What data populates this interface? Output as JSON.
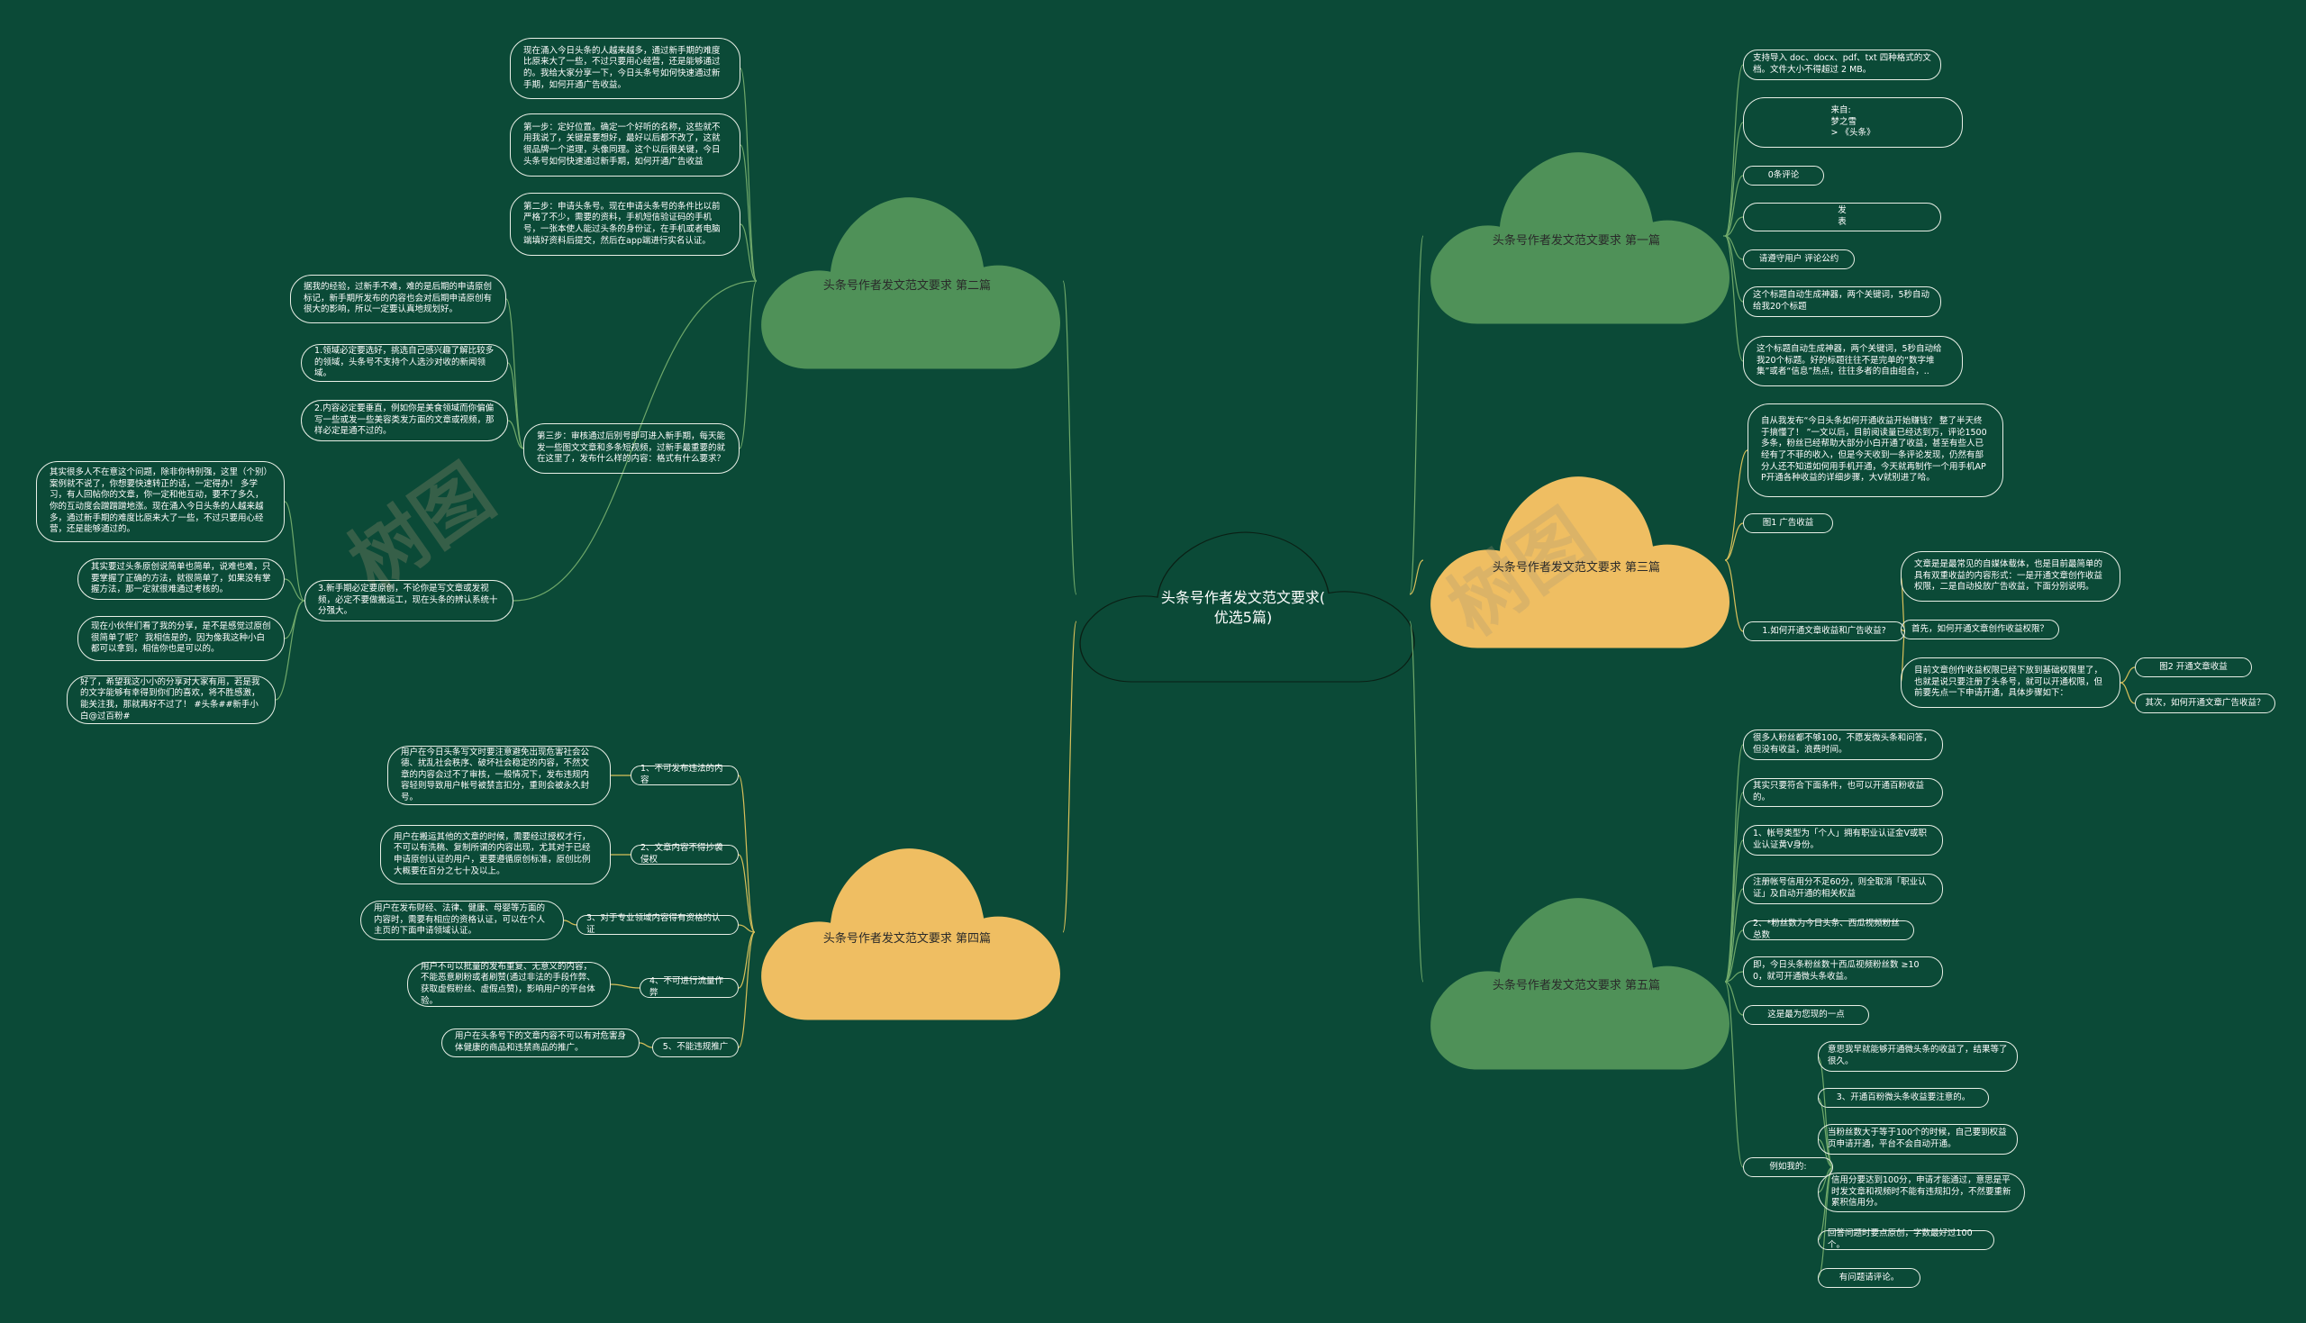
{
  "center": {
    "title": "头条号作者发文范文要求(\n优选5篇)"
  },
  "watermark": "树图",
  "branches": [
    {
      "title": "头条号作者发文范文要求 第一篇",
      "items": [
        "支持导入 doc、docx、pdf、txt 四种格式的文档。文件大小不得超过 2 MB。",
        "来自:\n梦之雪\n>                                《头条》",
        "0条评论",
        "发\n表",
        "请遵守用户 评论公约",
        "这个标题自动生成神器，两个关键词，5秒自动给我20个标题",
        "这个标题自动生成神器，两个关键词，5秒自动给我20个标题。好的标题往往不是完单的“数字堆集”或者“信息”热点，往往多者的自由组合，.."
      ]
    },
    {
      "title": "头条号作者发文范文要求 第二篇",
      "items": [
        "现在涌入今日头条的人越来越多，通过新手期的难度比原来大了一些，不过只要用心经营，还是能够通过的。我给大家分享一下，今日头条号如何快速通过新手期，如何开通广告收益。",
        "第一步：定好位置。确定一个好听的名称，这些就不用我说了，关键是要想好，最好以后都不改了，这就很品牌一个道理，头像同理。这个以后很关键，今日头条号如何快速通过新手期，如何开通广告收益",
        "第二步：申请头条号。现在申请头条号的条件比以前严格了不少，需要的资料，手机短信验证码的手机号，一张本使人能过头条的身份证，在手机或者电脑端填好资料后提交，然后在app端进行实名认证。",
        "第三步：审核通过后别号即可进入新手期，每天能发一些图文文章和多条短视频，过新手最重要的就在这里了，发布什么样的内容：格式有什么要求？",
        "3.新手期必定要原创，不论你是写文章或发视频，必定不要做搬运工，现在头条的辨认系统十分强大。"
      ],
      "sub_items": [
        "据我的经验，过新手不难，难的是后期的申请原创标记，新手期所发布的内容也会对后期申请原创有很大的影响，所以一定要认真地规划好。",
        "1.领域必定要选好，挑选自己感兴趣了解比较多的领域，头条号不支持个人选沙对收的新闻领域。",
        "2.内容必定要垂直，例如你是美食领域而你偏偏写一些或发一些美容类发方面的文章或视频，那样必定是通不过的。",
        "其实很多人不在意这个问题，除非你特别强，这里（个别）案例就不说了，你想要快速转正的话，一定得办！ 多学习，有人回帖你的文章，你一定和他互动，要不了多久，你的互动度会蹭蹭蹭地涨。现在涌入今日头条的人越来越多，通过新手期的难度比原来大了一些，不过只要用心经营，还是能够通过的。",
        "其实要过头条原创说简单也简单，说难也难，只要掌握了正确的方法，就很简单了，如果没有掌握方法，那一定就很难通过考核的。",
        "现在小伙伴们看了我的分享，是不是感觉过原创很简单了呢？ 我相信是的，因为像我这种小白都可以拿到，相信你也是可以的。",
        "好了，希望我这小小的分享对大家有用，若是我的文字能够有幸得到你们的喜欢，将不胜感激，能关注我，那就再好不过了！ #头条##新手小白@过百粉#"
      ]
    },
    {
      "title": "头条号作者发文范文要求 第三篇",
      "items": [
        "自从我发布“今日头条如何开通收益开始赚钱？ 整了半天终于搞懂了！ ”一文以后，目前阅读量已经达到万，评论1500多条，粉丝已经帮助大部分小白开通了收益，甚至有些人已经有了不菲的收入，但是今天收到一条评论发现，仍然有部分人还不知道如何用手机开通，今天就再制作一个用手机APP开通各种收益的详细步骤，大V就别进了哈。",
        "图1 广告收益",
        "1.如何开通文章收益和广告收益?"
      ],
      "sub_items": [
        "文章是是最常见的自媒体载体，也是目前最简单的具有双重收益的内容形式：一是开通文章创作收益权限，二是自动投放广告收益，下面分别说明。",
        "首先，如何开通文章创作收益权限？",
        "目前文章创作收益权限已经下放到基础权限里了，也就是说只要注册了头条号，就可以开通权限，但前要先点一下申请开通，具体步骤如下：",
        "图2 开通文章收益",
        "其次，如何开通文章广告收益？"
      ]
    },
    {
      "title": "头条号作者发文范文要求 第四篇",
      "items": [
        "1、不可发布违法的内容",
        "2、文章内容不得抄袭侵权",
        "3、对于专业领域内容得有资格的认证",
        "4、不可进行流量作弊",
        "5、不能违规推广"
      ],
      "sub_items": [
        "用户在今日头条写文时要注意避免出现危害社会公德、扰乱社会秩序、破坏社会稳定的内容，不然文章的内容会过不了审核，一般情况下，发布违规内容轻则导致用户帐号被禁言扣分，重则会被永久封号。",
        "用户在搬运其他的文章的时候，需要经过授权才行，不可以有洗稿、复制所谓的内容出现，尤其对于已经申请原创认证的用户，更要遵循原创标准，原创比例大概要在百分之七十及以上。",
        "用户在发布财经、法律、健康、母婴等方面的内容时，需要有相应的资格认证，可以在个人主页的下面申请领域认证。",
        "用户不可以批量的发布重复、无意义的内容，不能恶意刷粉或者刷赞(通过非法的手段作弊、获取虚假粉丝、虚假点赞)，影响用户的平台体验。",
        "用户在头条号下的文章内容不可以有对危害身体健康的商品和违禁商品的推广。"
      ]
    },
    {
      "title": "头条号作者发文范文要求 第五篇",
      "items": [
        "很多人粉丝都不够100，不愿发微头条和问答，但没有收益，浪费时间。",
        "其实只要符合下面条件，也可以开通百粉收益的。",
        "1、帐号类型为「个人」拥有职业认证金V或职业认证黄V身份。",
        "注册帐号信用分不足60分，则全取消「职业认证」及自动开通的相关权益",
        "2、*粉丝数为今日头条、西瓜视频粉丝总数",
        "即，今日头条粉丝数十西瓜视频粉丝数 ≥100，就可开通微头条收益。",
        "这是最为您现的一点",
        "例如我的:"
      ],
      "sub_items": [
        "意思我早就能够开通微头条的收益了，结果等了很久。",
        "3、开通百粉微头条收益要注意的。",
        "当粉丝数大于等于100个的时候，自己要到权益页申请开通，平台不会自动开通。",
        "信用分要达到100分，申请才能通过，意思是平时发文章和视频时不能有违规扣分，不然要重新累积信用分。",
        "回答问题时要点原创，字数最好过100个。",
        "有问题请评论。"
      ]
    }
  ]
}
